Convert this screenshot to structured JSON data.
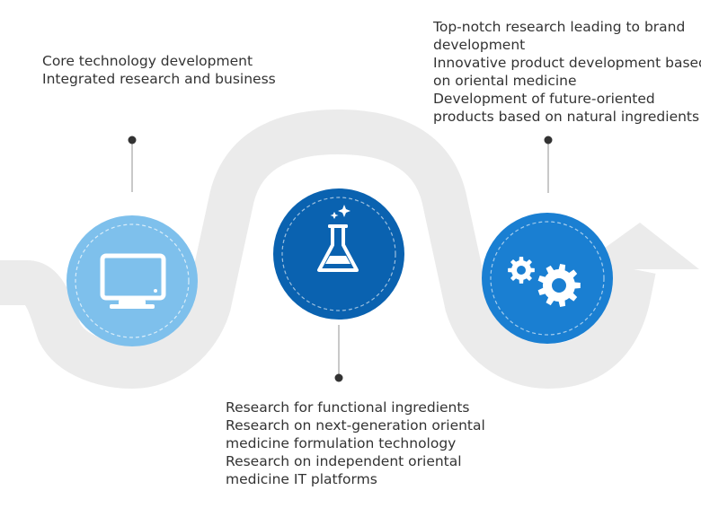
{
  "colors": {
    "wave": "#ebebeb",
    "connector": "#c9c9c9",
    "dot": "#333333",
    "text": "#333333",
    "icon": "#ffffff",
    "stage1_circle": "#7ec0ec",
    "stage2_circle": "#0a62b0",
    "stage3_circle": "#1a7fd2"
  },
  "stages": [
    {
      "icon": "monitor-icon",
      "lines": [
        "Core technology development",
        "Integrated research and business"
      ]
    },
    {
      "icon": "flask-icon",
      "lines": [
        "Research for functional ingredients",
        "Research on next-generation oriental",
        "medicine formulation technology",
        "Research on independent oriental",
        "medicine IT platforms"
      ]
    },
    {
      "icon": "gears-icon",
      "lines": [
        "Top-notch research leading to brand",
        "development",
        "Innovative product development based",
        "on oriental medicine",
        "Development of future-oriented",
        "products based on natural ingredients"
      ]
    }
  ]
}
